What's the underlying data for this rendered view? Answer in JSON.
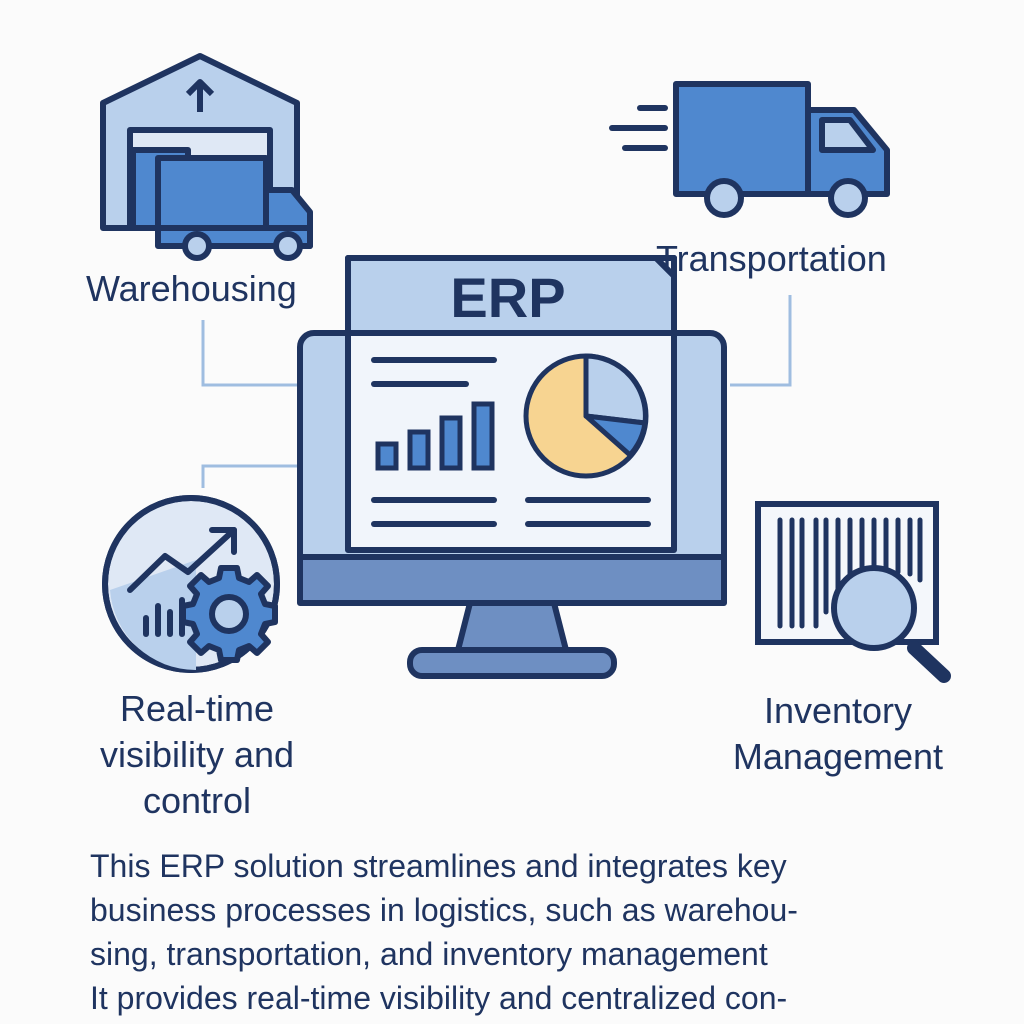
{
  "labels": {
    "warehousing": "Warehousing",
    "transportation": "Transportation",
    "visibility": [
      "Real-time",
      "visibility and",
      "control"
    ],
    "inventory": [
      "Inventory",
      "Management"
    ]
  },
  "erp": {
    "title": "ERP"
  },
  "description": [
    "This ERP solution streamlines and integrates key",
    "business processes in logistics, such as warehou-",
    "sing, transportation, and inventory management",
    "It provides real-time visibility and centralized con-"
  ],
  "colors": {
    "outline": "#1f3460",
    "light_blue": "#b9d0ec",
    "mid_blue": "#4f88cf",
    "screen_bg": "#f1f5fb",
    "pie_accent": "#f7d491",
    "base_blue": "#6e8fc2",
    "connector": "#9fbde0"
  },
  "icons": {
    "warehousing": "warehouse-truck-icon",
    "transportation": "delivery-truck-icon",
    "visibility": "trend-gear-icon",
    "inventory": "barcode-magnifier-icon",
    "center": "computer-monitor-icon"
  }
}
